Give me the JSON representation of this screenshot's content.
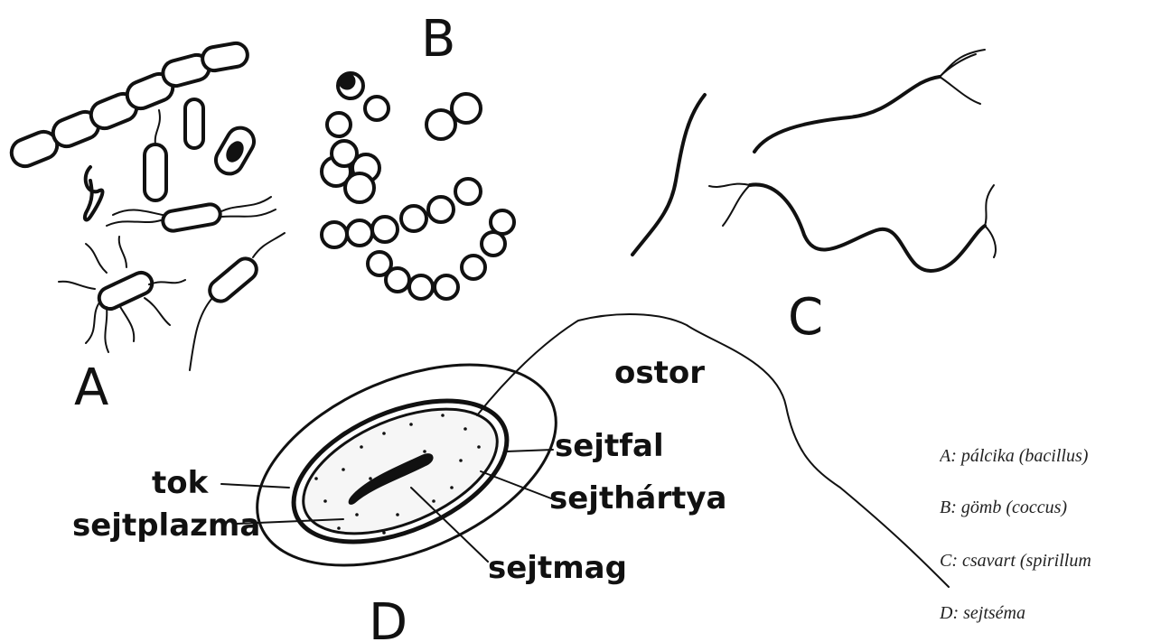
{
  "panels": {
    "a": "A",
    "b": "B",
    "c": "C",
    "d": "D"
  },
  "labels": {
    "ostor": "ostor",
    "sejtfal": "sejtfal",
    "tok": "tok",
    "sejthartya": "sejthártya",
    "sejtplazma": "sejtplazma",
    "sejtmag": "sejtmag"
  },
  "legend": [
    "A: pálcika (bacillus)",
    "B: gömb (coccus)",
    "C: csavart (spirillum",
    "D: sejtséma"
  ]
}
